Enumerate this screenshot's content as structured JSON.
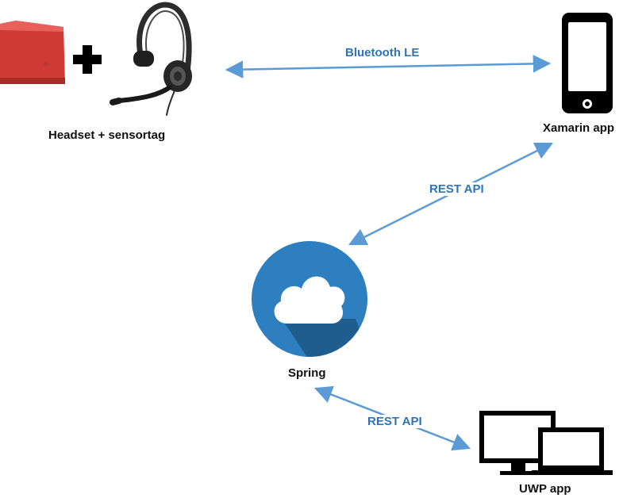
{
  "nodes": {
    "headset": {
      "label": "Headset + sensortag",
      "icon": "headset-icon",
      "extra_icon": "sensortag-icon"
    },
    "phone": {
      "label": "Xamarin app",
      "icon": "smartphone-icon"
    },
    "server": {
      "label": "Spring",
      "icon": "cloud-icon"
    },
    "desktop": {
      "label": "UWP app",
      "icon": "monitor-laptop-icon"
    }
  },
  "edges": [
    {
      "from": "headset",
      "to": "phone",
      "label": "Bluetooth LE",
      "direction": "both"
    },
    {
      "from": "server",
      "to": "phone",
      "label": "REST API",
      "direction": "both"
    },
    {
      "from": "server",
      "to": "desktop",
      "label": "REST API",
      "direction": "both"
    }
  ],
  "colors": {
    "arrow": "#5b9bd5",
    "edge_label": "#2f73b6",
    "cloud_circle": "#2e7fc0",
    "cloud_shadow": "#1f5d8f",
    "sensortag_red": "#d03a35"
  }
}
